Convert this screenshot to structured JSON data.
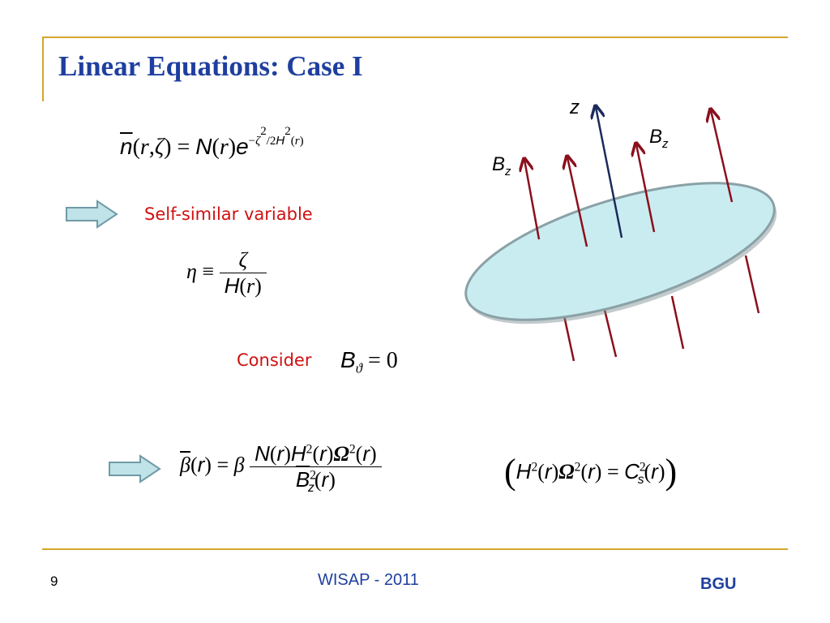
{
  "slide": {
    "title": "Linear Equations: Case I",
    "note_self_similar": "Self-similar variable",
    "note_consider": "Consider",
    "page_number": "9",
    "footer_center": "WISAP - 2011",
    "footer_brand": "BGU"
  },
  "diagram": {
    "axis_label": "z",
    "field_label_right": "B",
    "field_label_right_sub": "z",
    "field_label_left": "B",
    "field_label_left_sub": "z"
  },
  "colors": {
    "title": "#1f3f9f",
    "frame": "#d4a72c",
    "note": "#d01010",
    "field_lines": "#8b0f1c",
    "axis": "#1b2a5c",
    "disk_fill": "#c9ecf0",
    "arrow_fill": "#bfe3e8"
  }
}
